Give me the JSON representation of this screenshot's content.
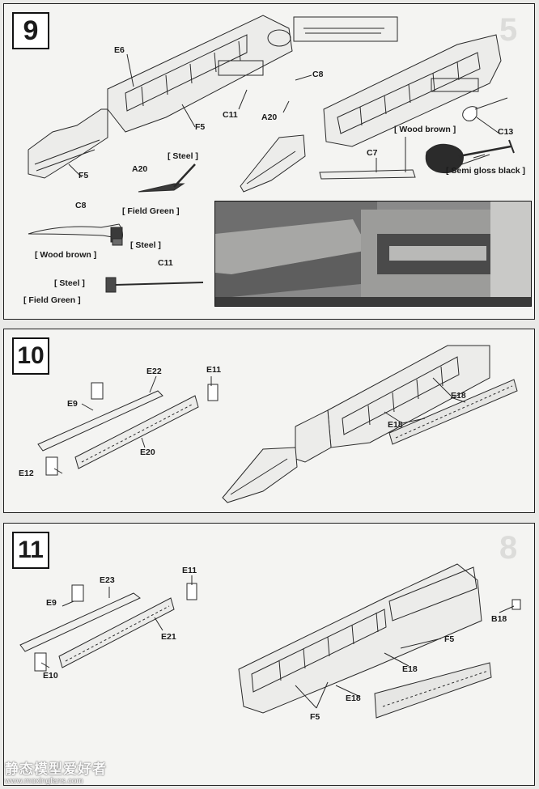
{
  "step9": {
    "number": "9",
    "parts": {
      "E6": "E6",
      "C8_top": "C8",
      "F5_a": "F5",
      "C11_top": "C11",
      "A20_top": "A20",
      "F5_b": "F5",
      "C13": "C13",
      "C7": "C7",
      "A20_detail": "A20",
      "C8_detail": "C8",
      "C11_detail": "C11"
    },
    "paint": {
      "steel_a20": "[ Steel ]",
      "field_green_a20": "[ Field Green ]",
      "steel_c8": "[ Steel ]",
      "wood_brown_c8": "[ Wood brown ]",
      "steel_c11": "[ Steel ]",
      "field_green_c11": "[ Field Green ]",
      "wood_brown_c13": "[ Wood brown ]",
      "semi_gloss_black_c13": "[ Semi gloss black ]"
    }
  },
  "step10": {
    "number": "10",
    "parts": {
      "E22": "E22",
      "E11": "E11",
      "E9": "E9",
      "E20": "E20",
      "E12": "E12",
      "E18_a": "E18",
      "E18_b": "E18"
    }
  },
  "step11": {
    "number": "11",
    "parts": {
      "E23": "E23",
      "E11": "E11",
      "E9": "E9",
      "E21": "E21",
      "E10": "E10",
      "B18": "B18",
      "F5_a": "F5",
      "E18_a": "E18",
      "E18_b": "E18",
      "F5_b": "F5"
    }
  },
  "watermark": {
    "title": "静态模型爱好者",
    "url": "www.moxingfans.com"
  }
}
